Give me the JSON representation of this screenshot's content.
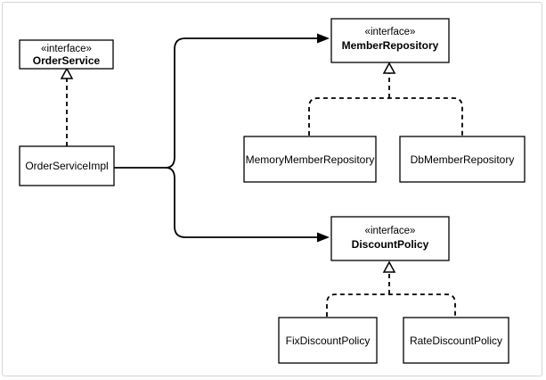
{
  "stereotype": "«interface»",
  "boxes": {
    "order_service": {
      "stereotype": "«interface»",
      "name": "OrderService"
    },
    "order_service_impl": {
      "name": "OrderServiceImpl"
    },
    "member_repository": {
      "stereotype": "«interface»",
      "name": "MemberRepository"
    },
    "memory_member_repository": {
      "name": "MemoryMemberRepository"
    },
    "db_member_repository": {
      "name": "DbMemberRepository"
    },
    "discount_policy": {
      "stereotype": "«interface»",
      "name": "DiscountPolicy"
    },
    "fix_discount_policy": {
      "name": "FixDiscountPolicy"
    },
    "rate_discount_policy": {
      "name": "RateDiscountPolicy"
    }
  }
}
